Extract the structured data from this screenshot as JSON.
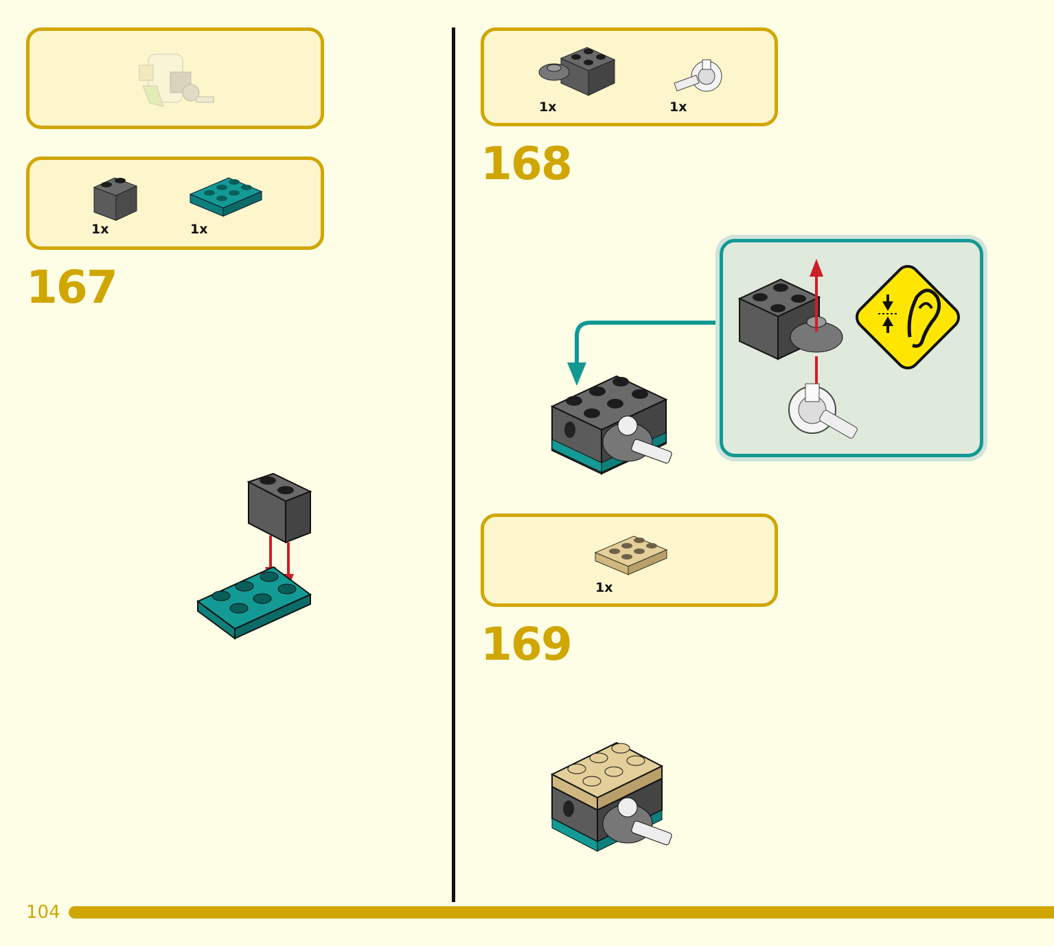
{
  "steps": [
    {
      "number": "167",
      "parts": [
        {
          "qty": "1x",
          "name": "dark-gray-brick-1x2-axle"
        },
        {
          "qty": "1x",
          "name": "teal-plate-2x3"
        }
      ]
    },
    {
      "number": "168",
      "parts": [
        {
          "qty": "1x",
          "name": "dark-gray-brick-2x2-with-pin"
        },
        {
          "qty": "1x",
          "name": "white-pin-connector"
        }
      ]
    },
    {
      "number": "169",
      "parts": [
        {
          "qty": "1x",
          "name": "tan-plate-2x3"
        }
      ]
    }
  ],
  "page": {
    "number": "104"
  },
  "colors": {
    "accent": "#d0a600",
    "teal": "#139893",
    "dark_gray": "#5b5b5b",
    "tan": "#e4cf9a",
    "warning_yellow": "#ffe600",
    "arrow_red": "#cc1f2a"
  },
  "icons": [
    "click-sound-warning-icon",
    "ear-icon",
    "rotate-arrow-icon"
  ]
}
